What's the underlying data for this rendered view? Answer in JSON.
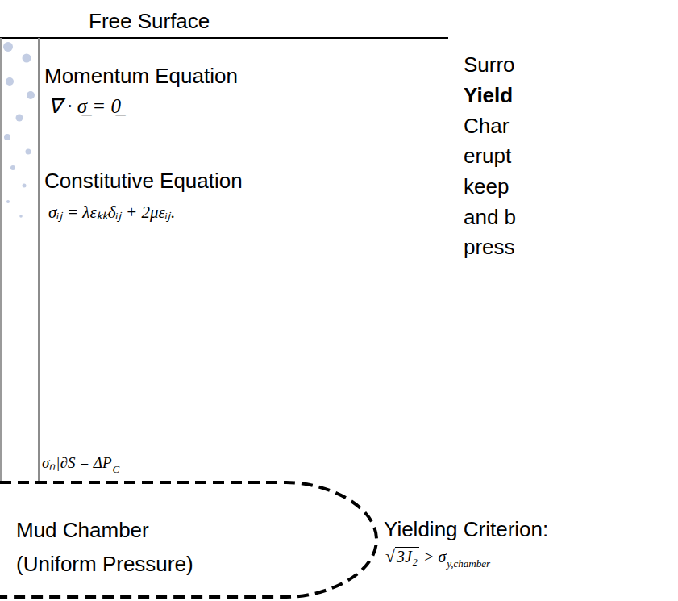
{
  "diagram": {
    "nodes": [
      {
        "text": [
          "Mud Chamber (Uniform Pressure)"
        ]
      }
    ],
    "labels": [
      "Free Surface",
      "Momentum Equation",
      "∇ · σ̲ = 0̲",
      "Constitutive Equation",
      "σᵢⱼ = λεₖₖδᵢⱼ + 2μεᵢⱼ.",
      "σₙ|∂S = ΔP",
      "C",
      "Yielding Criterion:",
      "√",
      "3J₂",
      "> σ",
      "y,chamber",
      "Surro",
      "Yield",
      "Char",
      "erupt",
      "keep",
      "and b",
      "press"
    ]
  }
}
